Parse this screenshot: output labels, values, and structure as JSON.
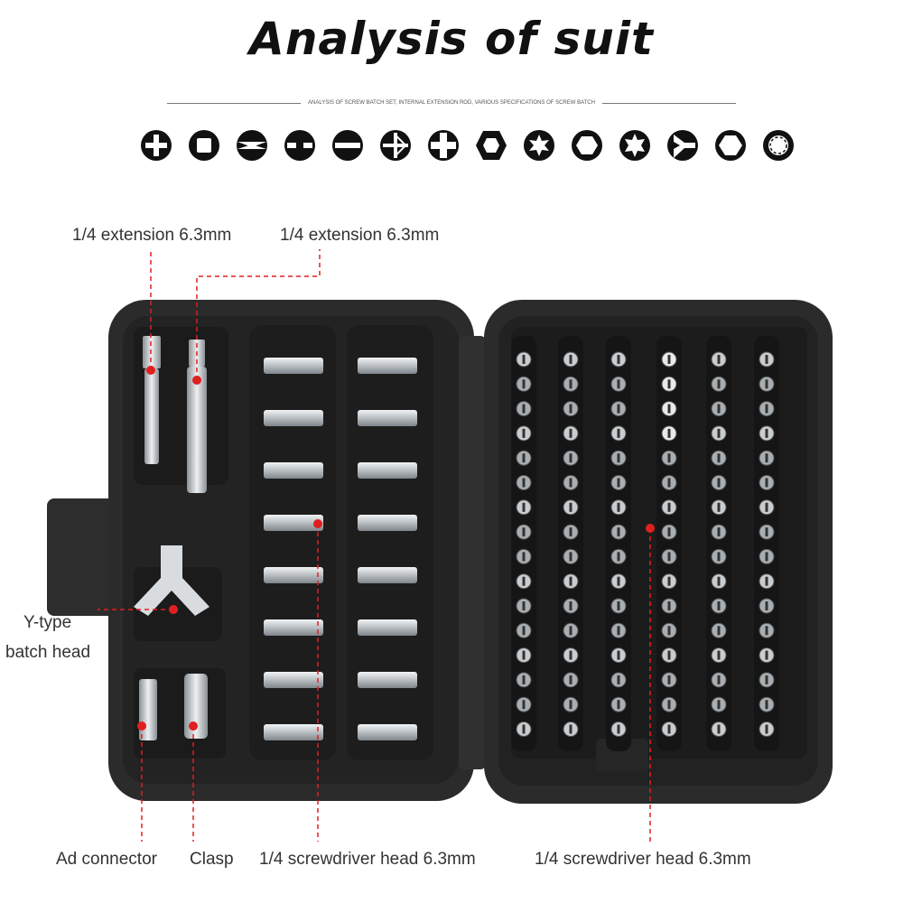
{
  "header": {
    "title": "Analysis of suit",
    "subtitle": "ANALYSIS OF SCREW BATCH SET, INTERNAL EXTENSION ROD, VARIOUS SPECIFICATIONS OF SCREW BATCH"
  },
  "bit_types": [
    {
      "icon": "phillips-icon"
    },
    {
      "icon": "square-icon"
    },
    {
      "icon": "slotted-cut-icon"
    },
    {
      "icon": "tri-wing-icon"
    },
    {
      "icon": "flat-icon"
    },
    {
      "icon": "pozidriv-icon"
    },
    {
      "icon": "cross-icon"
    },
    {
      "icon": "hex-solid-icon"
    },
    {
      "icon": "torx-icon"
    },
    {
      "icon": "hex-outline-icon"
    },
    {
      "icon": "star-icon"
    },
    {
      "icon": "y-type-icon"
    },
    {
      "icon": "hex-hollow-icon"
    },
    {
      "icon": "spline-icon"
    }
  ],
  "callouts": {
    "extension_left": "1/4 extension 6.3mm",
    "extension_right": "1/4 extension 6.3mm",
    "y_type_line1": "Y-type",
    "y_type_line2": "batch head",
    "connector": "Ad connector",
    "clasp": "Clasp",
    "head_left": "1/4 screwdriver head 6.3mm",
    "head_right": "1/4 screwdriver head 6.3mm"
  },
  "colors": {
    "case": "#2a2a2a",
    "case_inner": "#1c1c1c",
    "accent_red": "#e02020",
    "metal": "#cfd3d6"
  }
}
